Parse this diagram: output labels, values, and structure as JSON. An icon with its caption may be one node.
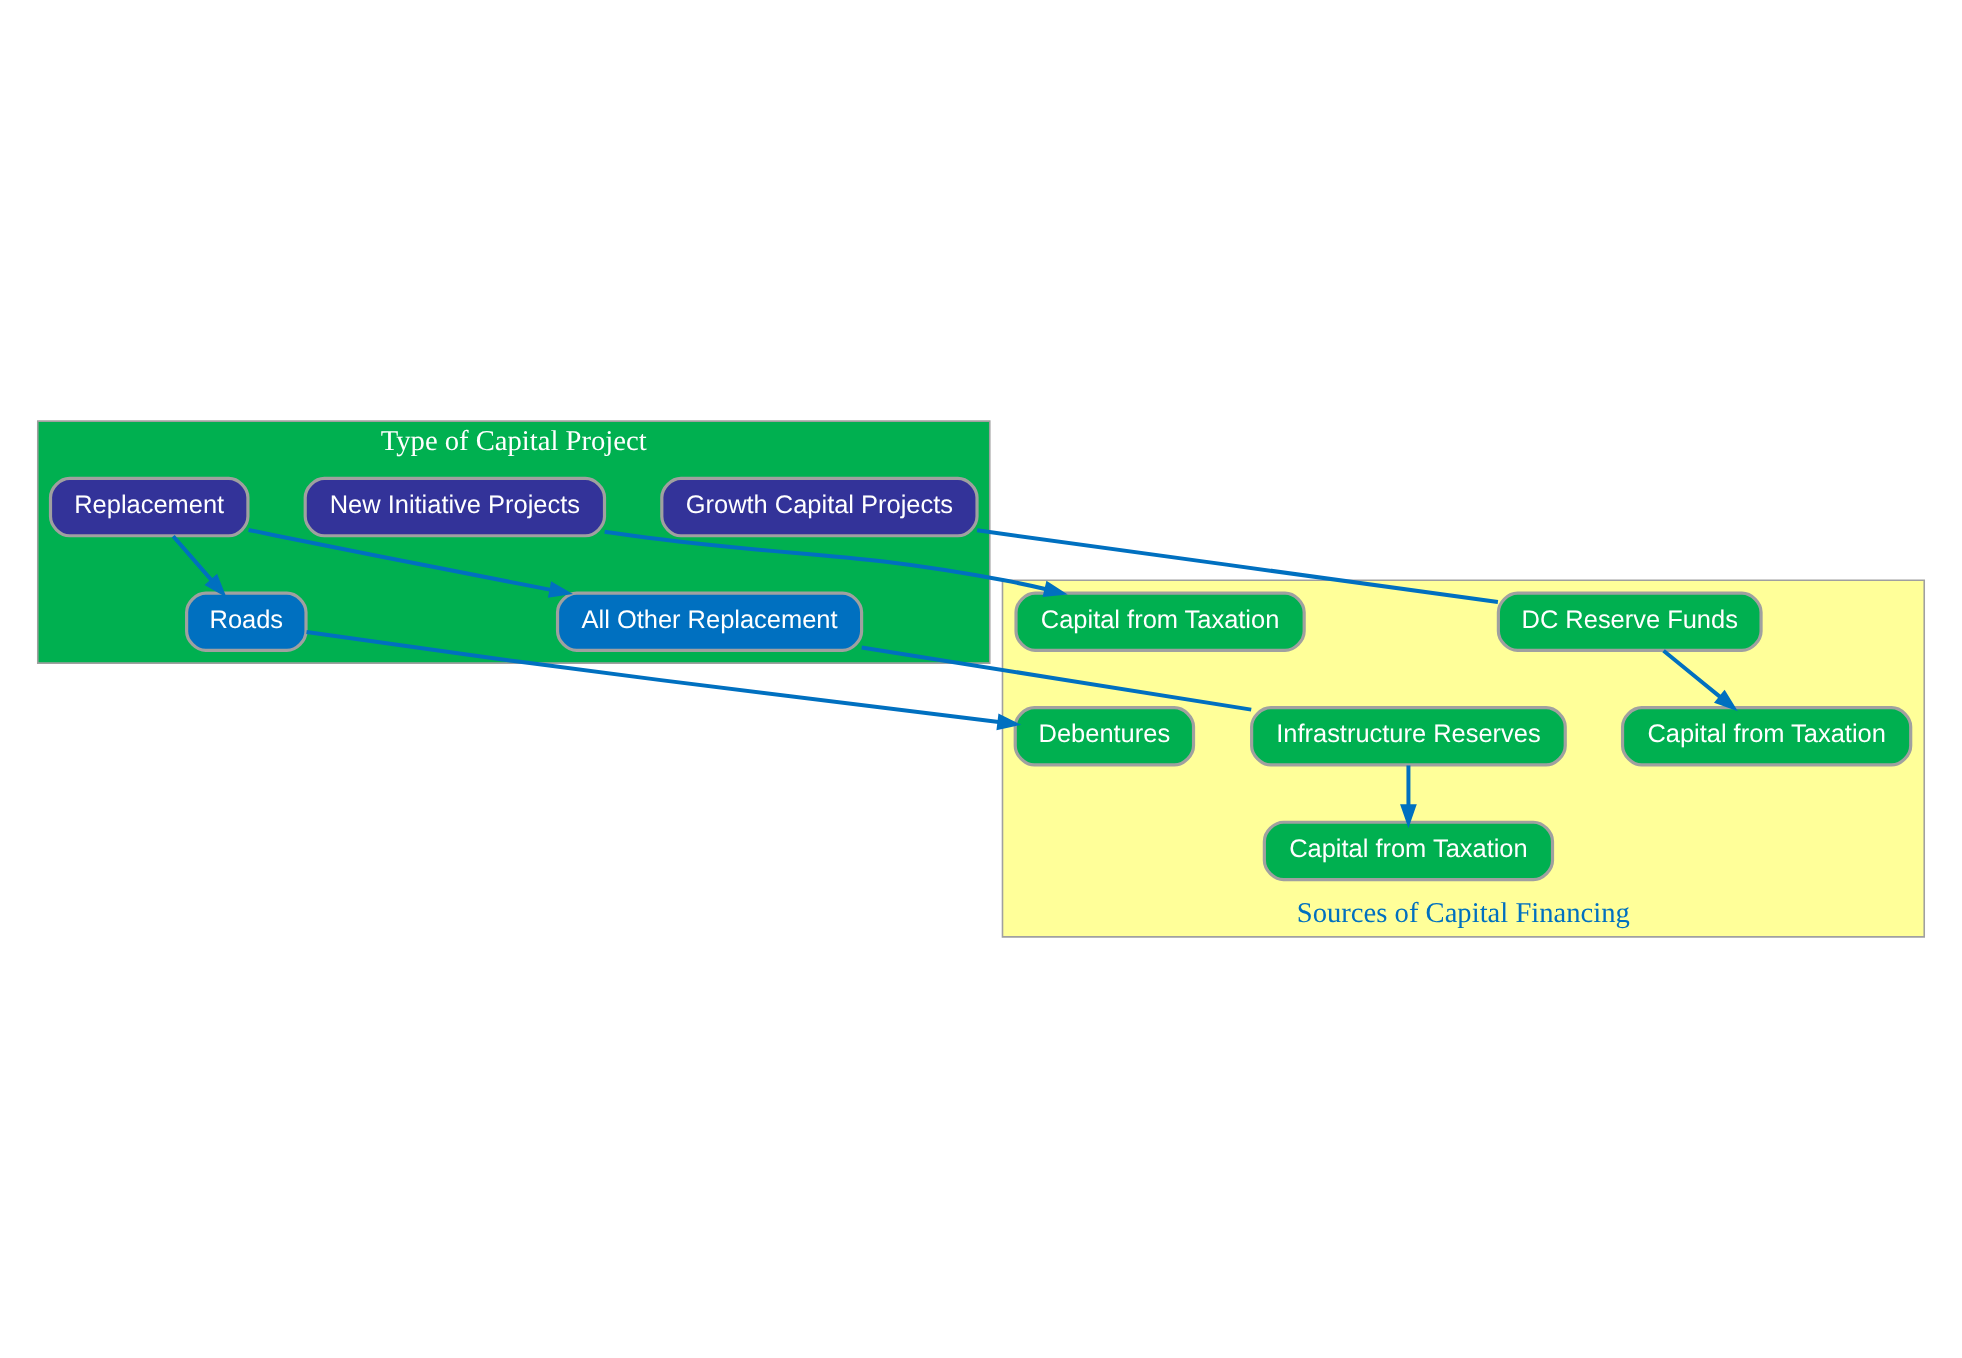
{
  "diagram": {
    "nodes": [
      {
        "text": [
          "Type of Capital Project"
        ]
      },
      {
        "text": [
          "Growth Capital Projects"
        ],
        "in": 0
      },
      {
        "text": [
          "Replacement"
        ],
        "in": 0
      },
      {
        "text": [
          "New Initiative Projects"
        ],
        "in": 0
      },
      {
        "text": [
          "Roads"
        ],
        "in": 0
      },
      {
        "text": [
          "All Other Replacement"
        ],
        "in": 0
      },
      {
        "text": [
          "Sources of Capital Financing"
        ]
      },
      {
        "text": [
          "DC Reserve Funds"
        ],
        "in": 6
      },
      {
        "text": [
          "Debentures"
        ],
        "in": 6
      },
      {
        "text": [
          "Infrastructure Reserves"
        ],
        "in": 6
      },
      {
        "text": [
          "Capital from Taxation"
        ],
        "in": 6
      },
      {
        "text": [
          "Capital from Taxation"
        ],
        "in": 6
      },
      {
        "text": [
          "Capital from Taxation"
        ],
        "in": 6
      }
    ],
    "edges": [
      {
        "from": 1,
        "to": 7,
        "arrow": "none"
      },
      {
        "from": 2,
        "to": 4,
        "arrow": "to"
      },
      {
        "from": 2,
        "to": 5,
        "arrow": "to"
      },
      {
        "from": 3,
        "to": 10,
        "arrow": "to"
      },
      {
        "from": 4,
        "to": 8,
        "arrow": "to"
      },
      {
        "from": 5,
        "to": 9,
        "arrow": "none"
      },
      {
        "from": 7,
        "to": 11,
        "arrow": "to"
      },
      {
        "from": 9,
        "to": 12,
        "arrow": "to"
      }
    ]
  }
}
